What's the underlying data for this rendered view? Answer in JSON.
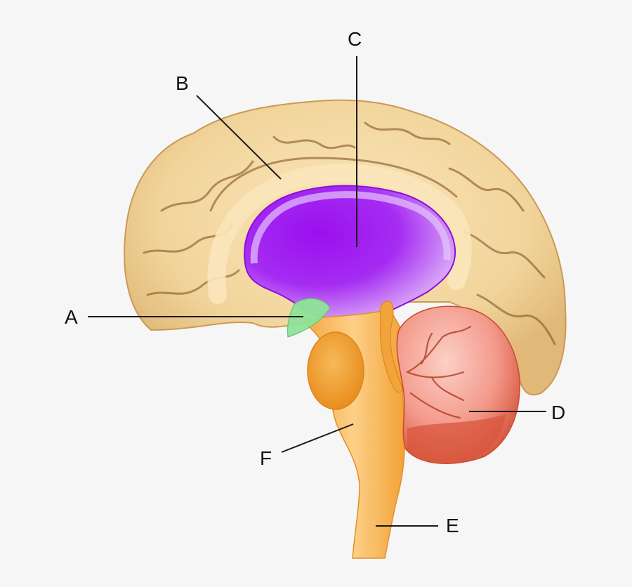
{
  "diagram": {
    "subject": "Brain, sagittal section",
    "background_color": "#f6f6f6",
    "labels": [
      {
        "id": "A",
        "text": "A",
        "structure_color": "#8fe39a"
      },
      {
        "id": "B",
        "text": "B",
        "structure_color": "#f1d49a"
      },
      {
        "id": "C",
        "text": "C",
        "structure_color": "#a020f0"
      },
      {
        "id": "D",
        "text": "D",
        "structure_color": "#f08a7a"
      },
      {
        "id": "E",
        "text": "E",
        "structure_color": "#f7b24a"
      },
      {
        "id": "F",
        "text": "F",
        "structure_color": "#f9c070"
      }
    ],
    "colors": {
      "cerebrum": "#f1d49a",
      "cerebrum_shadow": "#8a5a22",
      "cerebrum_highlight": "#fff1cf",
      "limbic_purple": "#a020f0",
      "limbic_light": "#d9a9f7",
      "hypothalamus_green": "#8fe39a",
      "brainstem_orange": "#f7b24a",
      "pituitary_orange": "#f0a030",
      "cerebellum_pink": "#f6b3a6",
      "cerebellum_red": "#d8553c",
      "leader_line": "#1a1a1a"
    }
  }
}
